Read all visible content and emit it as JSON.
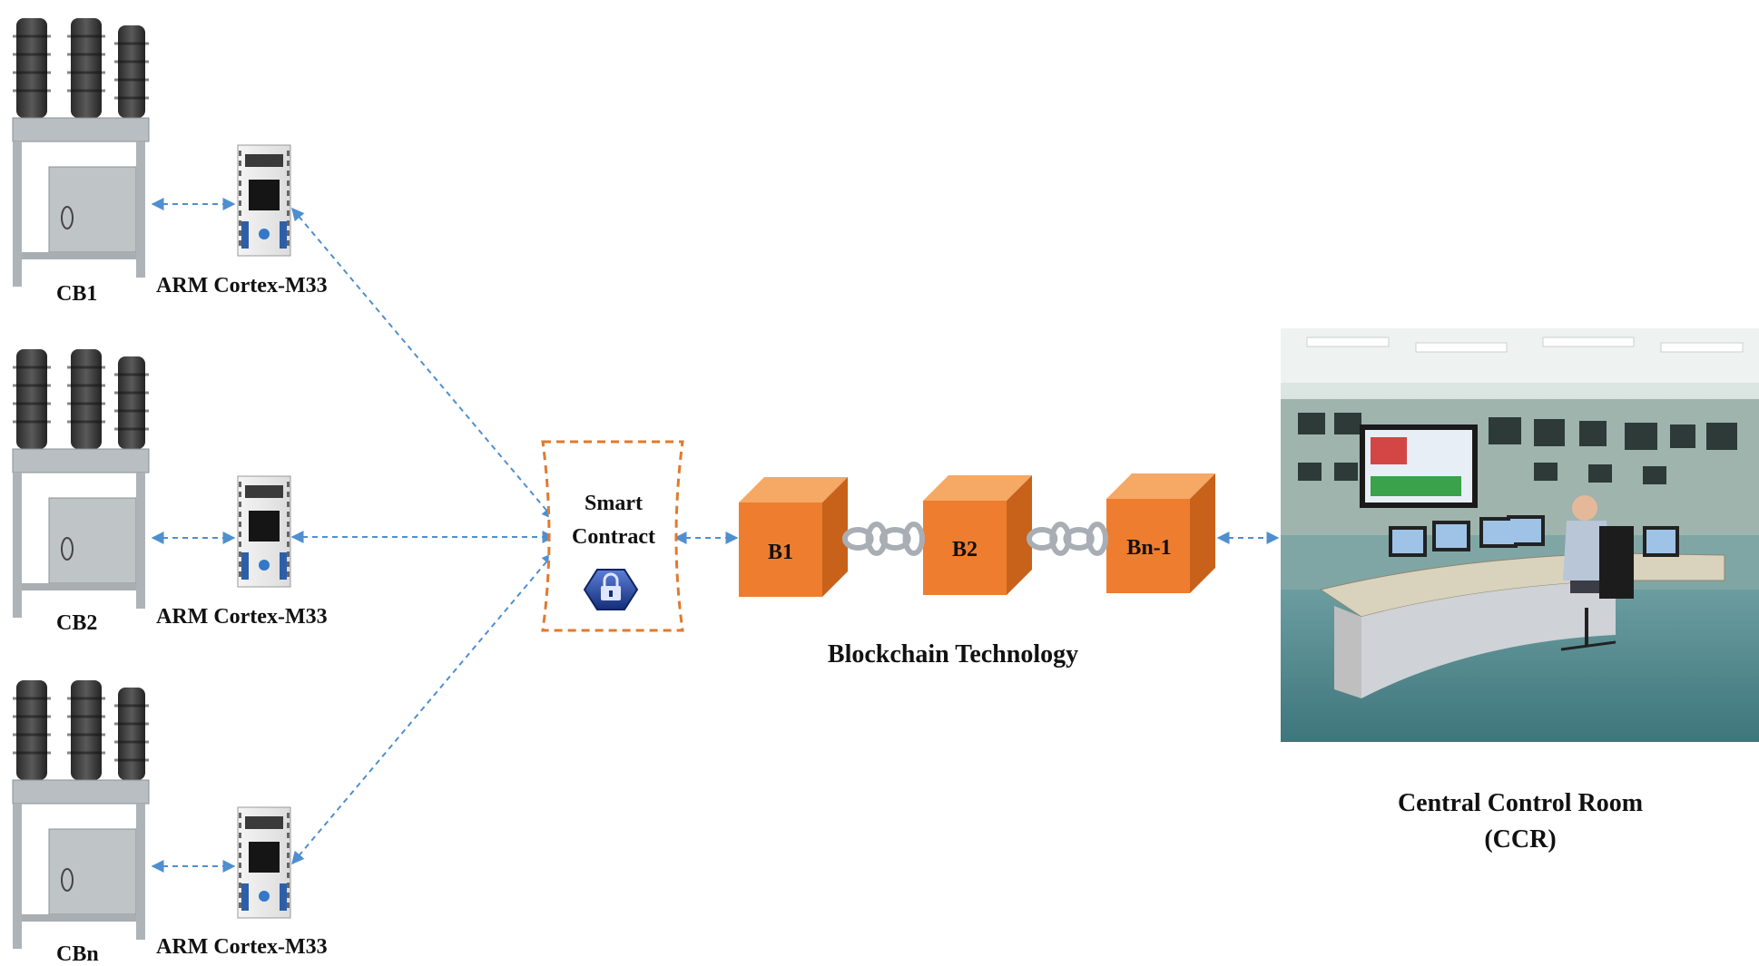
{
  "breakers": [
    {
      "label": "CB1"
    },
    {
      "label": "CB2"
    },
    {
      "label": "CBn"
    }
  ],
  "controllers": [
    {
      "label": "ARM Cortex-M33"
    },
    {
      "label": "ARM Cortex-M33"
    },
    {
      "label": "ARM Cortex-M33"
    }
  ],
  "smart_contract": {
    "line1": "Smart",
    "line2": "Contract",
    "icon": "lock-icon"
  },
  "blocks": [
    {
      "label": "B1"
    },
    {
      "label": "B2"
    },
    {
      "label": "Bn-1"
    }
  ],
  "blockchain_caption": "Blockchain Technology",
  "control_room": {
    "line1": "Central Control Room",
    "line2": "(CCR)"
  },
  "colors": {
    "arrow": "#4f8fcf",
    "block_front": "#ee7d2f",
    "block_top": "#f6a865",
    "block_side": "#c8621a",
    "contract_border": "#e07a2e",
    "chain": "#a8aeb4"
  }
}
